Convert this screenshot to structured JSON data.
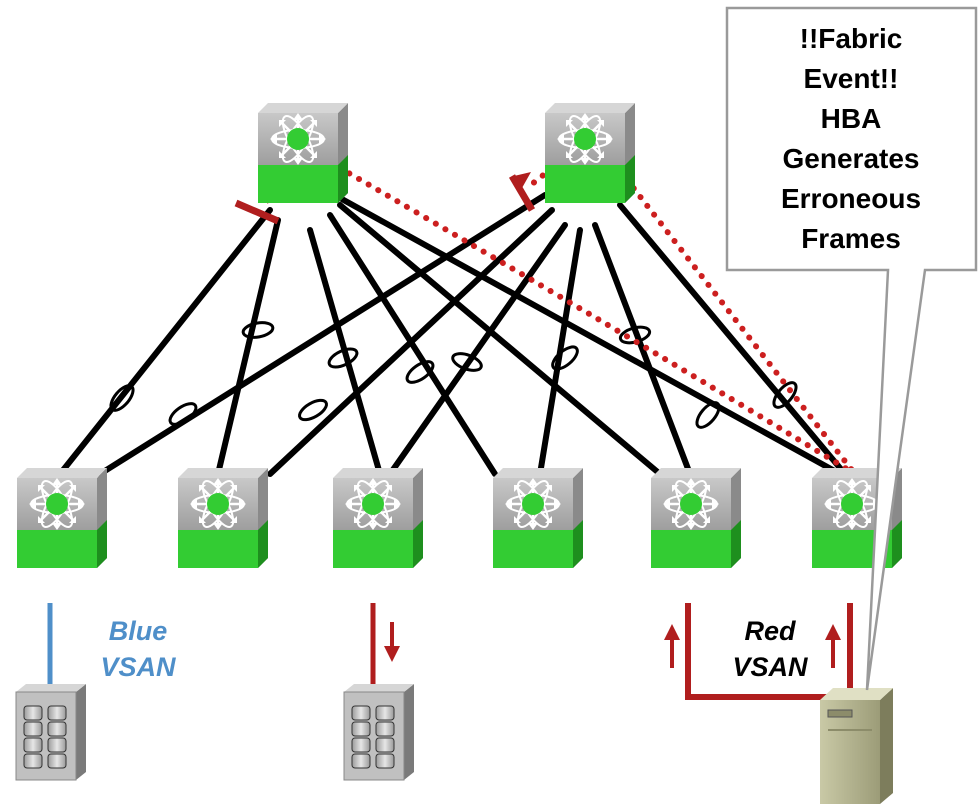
{
  "callout": {
    "lines": [
      "!!Fabric",
      "Event!!",
      "HBA",
      "Generates",
      "Erroneous",
      "Frames"
    ]
  },
  "labels": {
    "blue_vsan": [
      "Blue",
      "VSAN"
    ],
    "red_vsan": [
      "Red",
      "VSAN"
    ]
  },
  "colors": {
    "blue_vsan": "#4f8fc9",
    "red_vsan": "#b01e1e",
    "fabric_link": "#000000",
    "switch_green": "#33cc33",
    "switch_gray": "#b4b4b4",
    "dotted_path": "#cc1f1f"
  },
  "devices": {
    "core_switches": [
      "core-switch-1",
      "core-switch-2"
    ],
    "edge_switches": [
      "edge-switch-1",
      "edge-switch-2",
      "edge-switch-3",
      "edge-switch-4",
      "edge-switch-5",
      "edge-switch-6"
    ],
    "storage_arrays": [
      "storage-array-1",
      "storage-array-2"
    ],
    "host_server": "host-server",
    "icon_names": [
      "mds-switch-icon",
      "disk-array-icon",
      "server-icon",
      "port-channel-icon",
      "blocked-link-marker-icon"
    ]
  }
}
